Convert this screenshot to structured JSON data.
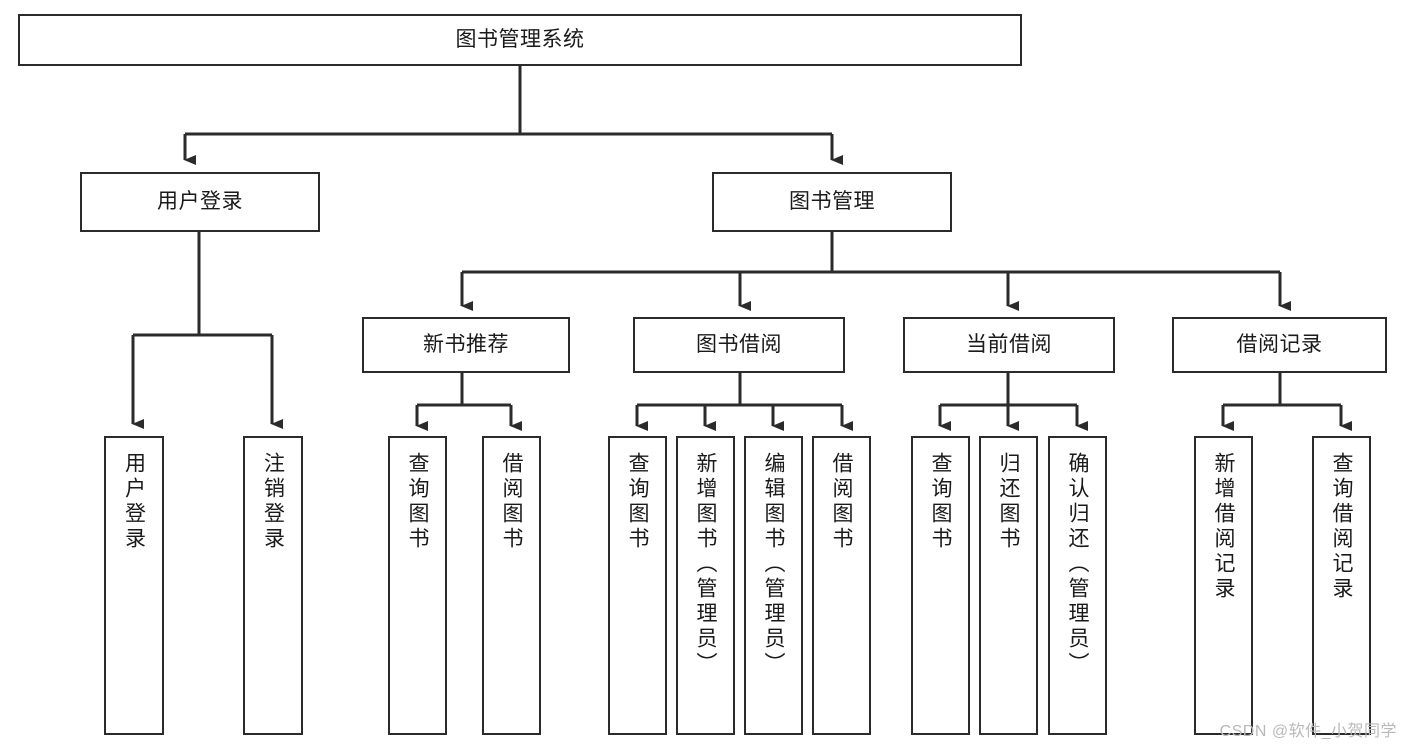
{
  "diagram": {
    "title": "图书管理系统",
    "watermark": "CSDN @软件_小贺同学",
    "colors": {
      "box_border": "#2b2b2b",
      "connector": "#2b2b2b",
      "background": "#ffffff",
      "text": "#1a1a1a",
      "watermark": "#b9b9b9"
    },
    "levels": {
      "root": {
        "label": "图书管理系统"
      },
      "level2": [
        {
          "label": "用户登录"
        },
        {
          "label": "图书管理"
        }
      ],
      "level3": [
        {
          "label": "新书推荐"
        },
        {
          "label": "图书借阅"
        },
        {
          "label": "当前借阅"
        },
        {
          "label": "借阅记录"
        }
      ],
      "leaves": {
        "user_login": [
          {
            "label": "用户登录"
          },
          {
            "label": "注销登录"
          }
        ],
        "new_book_recommend": [
          {
            "label": "查询图书"
          },
          {
            "label": "借阅图书"
          }
        ],
        "book_borrow": [
          {
            "label": "查询图书"
          },
          {
            "label": "新增图书（管理员）"
          },
          {
            "label": "编辑图书（管理员）"
          },
          {
            "label": "借阅图书"
          }
        ],
        "current_borrow": [
          {
            "label": "查询图书"
          },
          {
            "label": "归还图书"
          },
          {
            "label": "确认归还（管理员）"
          }
        ],
        "borrow_record": [
          {
            "label": "新增借阅记录"
          },
          {
            "label": "查询借阅记录"
          }
        ]
      }
    }
  },
  "chart_data": {
    "type": "table",
    "title": "图书管理系统 功能结构图",
    "nodes": [
      {
        "id": "root",
        "label": "图书管理系统",
        "level": 0,
        "parent": null
      },
      {
        "id": "user-login",
        "label": "用户登录",
        "level": 1,
        "parent": "root"
      },
      {
        "id": "book-manage",
        "label": "图书管理",
        "level": 1,
        "parent": "root"
      },
      {
        "id": "leaf-user-login",
        "label": "用户登录",
        "level": 2,
        "parent": "user-login"
      },
      {
        "id": "leaf-user-logout",
        "label": "注销登录",
        "level": 2,
        "parent": "user-login"
      },
      {
        "id": "new-book",
        "label": "新书推荐",
        "level": 2,
        "parent": "book-manage"
      },
      {
        "id": "book-borrow",
        "label": "图书借阅",
        "level": 2,
        "parent": "book-manage"
      },
      {
        "id": "current-borrow",
        "label": "当前借阅",
        "level": 2,
        "parent": "book-manage"
      },
      {
        "id": "borrow-record",
        "label": "借阅记录",
        "level": 2,
        "parent": "book-manage"
      },
      {
        "id": "nb-query",
        "label": "查询图书",
        "level": 3,
        "parent": "new-book"
      },
      {
        "id": "nb-borrow",
        "label": "借阅图书",
        "level": 3,
        "parent": "new-book"
      },
      {
        "id": "bb-query",
        "label": "查询图书",
        "level": 3,
        "parent": "book-borrow"
      },
      {
        "id": "bb-add",
        "label": "新增图书（管理员）",
        "level": 3,
        "parent": "book-borrow"
      },
      {
        "id": "bb-edit",
        "label": "编辑图书（管理员）",
        "level": 3,
        "parent": "book-borrow"
      },
      {
        "id": "bb-borrow",
        "label": "借阅图书",
        "level": 3,
        "parent": "book-borrow"
      },
      {
        "id": "cb-query",
        "label": "查询图书",
        "level": 3,
        "parent": "current-borrow"
      },
      {
        "id": "cb-return",
        "label": "归还图书",
        "level": 3,
        "parent": "current-borrow"
      },
      {
        "id": "cb-confirm",
        "label": "确认归还（管理员）",
        "level": 3,
        "parent": "current-borrow"
      },
      {
        "id": "br-add",
        "label": "新增借阅记录",
        "level": 3,
        "parent": "borrow-record"
      },
      {
        "id": "br-query",
        "label": "查询借阅记录",
        "level": 3,
        "parent": "borrow-record"
      }
    ]
  }
}
